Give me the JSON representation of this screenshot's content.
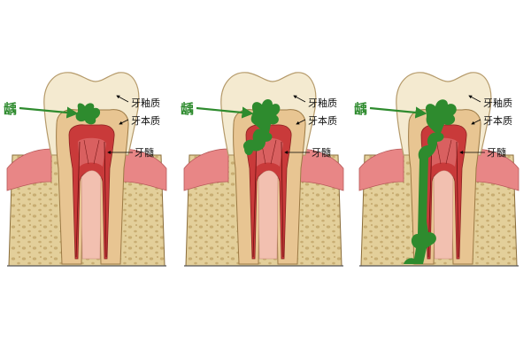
{
  "panels": [
    {
      "caries_label": "龋",
      "labels": {
        "enamel": "牙釉质",
        "dentin": "牙本质",
        "pulp": "牙髓"
      }
    },
    {
      "caries_label": "龋",
      "labels": {
        "enamel": "牙釉质",
        "dentin": "牙本质",
        "pulp": "牙髓"
      }
    },
    {
      "caries_label": "龋",
      "labels": {
        "enamel": "牙釉质",
        "dentin": "牙本质",
        "pulp": "牙髓"
      }
    }
  ],
  "colors": {
    "caries": "#2e8b2e",
    "enamel": "#f4ead0",
    "dentin": "#e8c592",
    "pulp": "#c93a3a",
    "gum": "#e88686",
    "bone": "#e3cf9a",
    "bone_holes": "#c8ad72",
    "root_canal": "#f2c0b0"
  },
  "stages": [
    {
      "stage": 1,
      "caries_extent": "enamel"
    },
    {
      "stage": 2,
      "caries_extent": "dentin"
    },
    {
      "stage": 3,
      "caries_extent": "root"
    }
  ]
}
